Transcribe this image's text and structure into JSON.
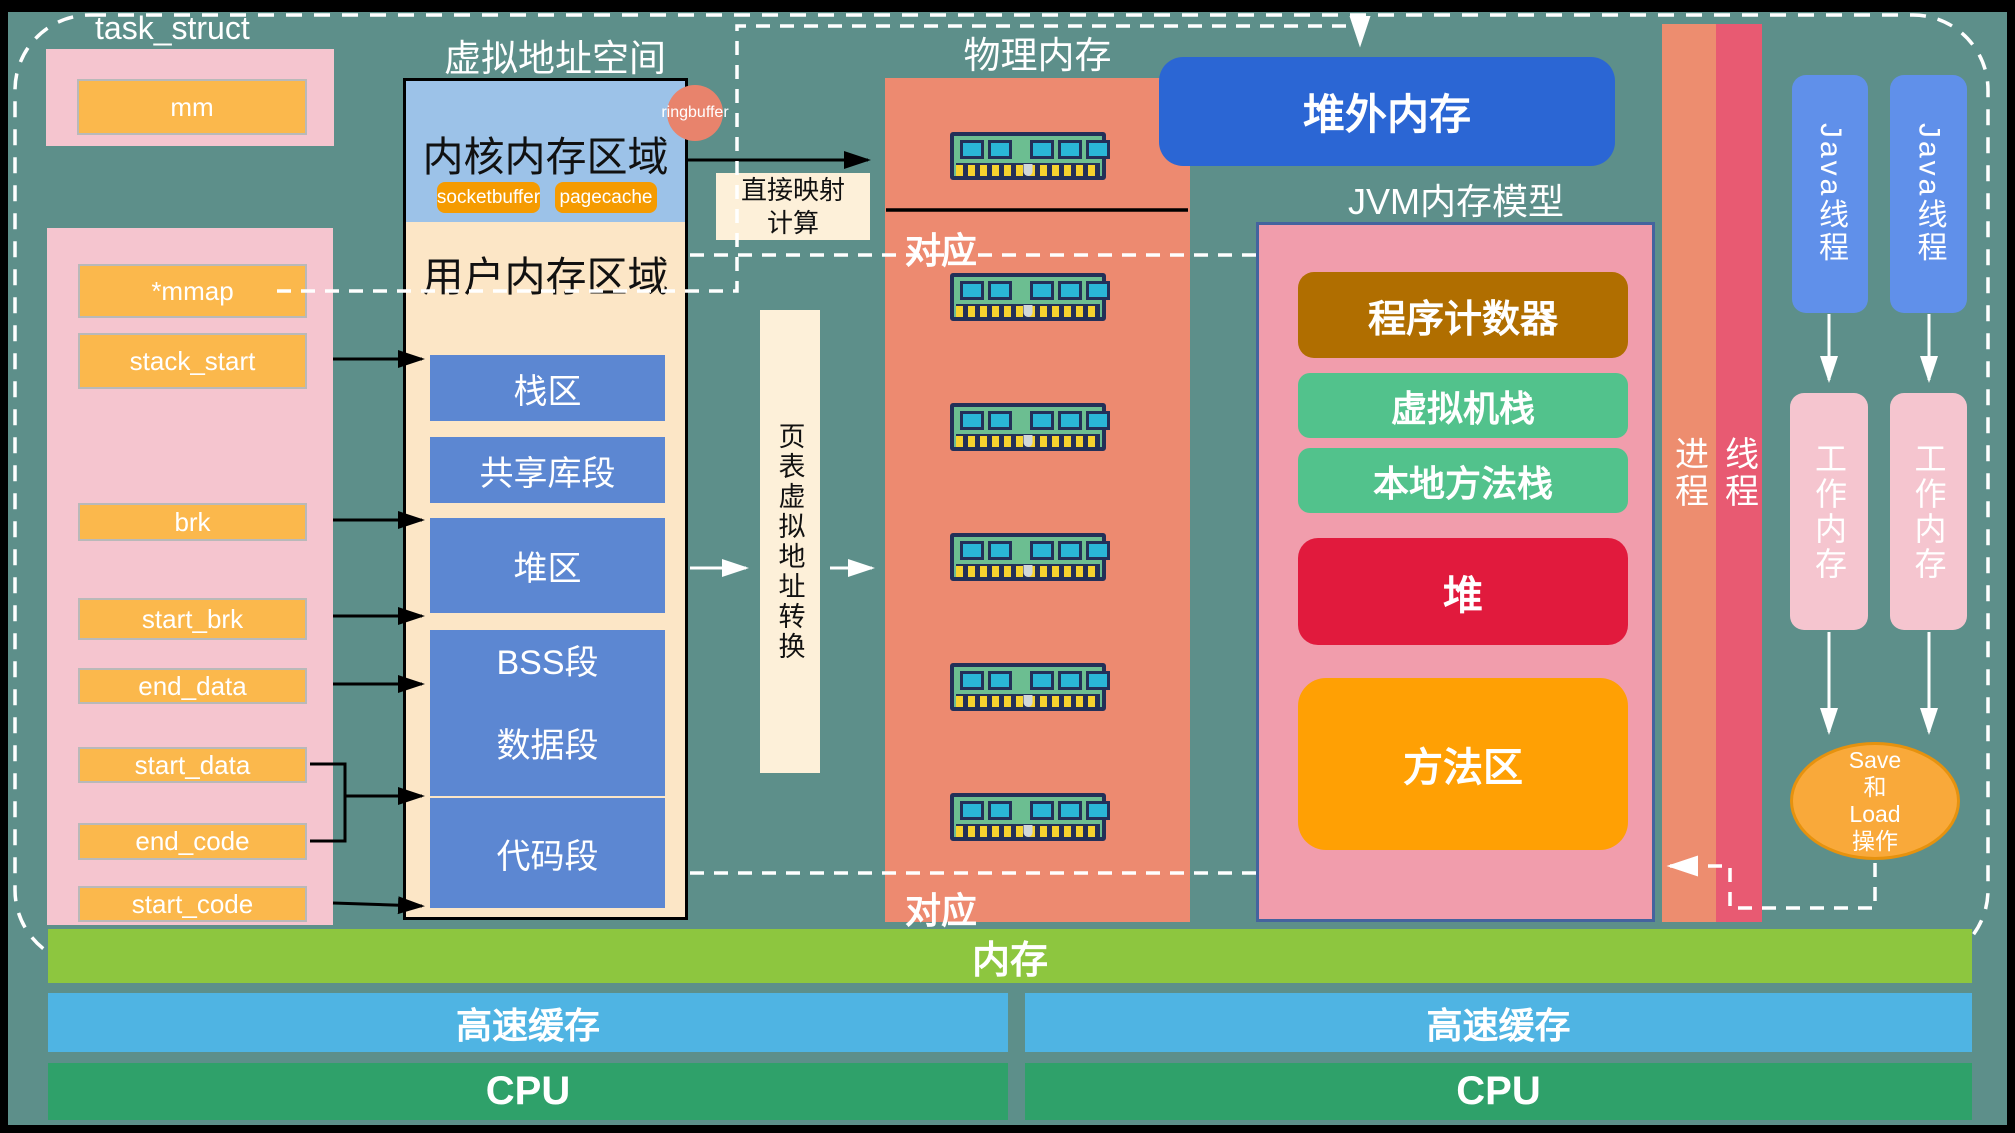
{
  "task": {
    "title": "task_struct",
    "mm": "mm",
    "fields": [
      "*mmap",
      "stack_start",
      "brk",
      "start_brk",
      "end_data",
      "start_data",
      "end_code",
      "start_code"
    ]
  },
  "virtual": {
    "title": "虚拟地址空间",
    "kernel_area": "内核内存区域",
    "tags": [
      "socketbuffer",
      "pagecache"
    ],
    "ringbuffer": "ringbuffer",
    "user_area": "用户内存区域",
    "segments": [
      "栈区",
      "共享库段",
      "堆区",
      "BSS段",
      "数据段",
      "代码段"
    ]
  },
  "mapping": {
    "direct_line1": "直接映射",
    "direct_line2": "计算",
    "pagetable": "页表虚拟地址转换"
  },
  "physical": {
    "title": "物理内存",
    "correspond_top": "对应",
    "correspond_bottom": "对应"
  },
  "jvm": {
    "offheap": "堆外内存",
    "title": "JVM内存模型",
    "areas": [
      "程序计数器",
      "虚拟机栈",
      "本地方法栈",
      "堆",
      "方法区"
    ]
  },
  "process_thread": {
    "process": "进程",
    "thread": "线程"
  },
  "java": {
    "thread1": "Java线程",
    "thread2": "Java线程",
    "work1": "工作内存",
    "work2": "工作内存",
    "saveload_lines": [
      "Save",
      "和",
      "Load",
      "操作"
    ]
  },
  "bottom": {
    "memory": "内存",
    "cache_left": "高速缓存",
    "cache_right": "高速缓存",
    "cpu_left": "CPU",
    "cpu_right": "CPU"
  },
  "colors": {
    "background_teal": "#5d8f8a",
    "frame_black": "#000000",
    "pink_block": "#f5c5cf",
    "jvm_pink": "#f19dac",
    "orange_field": "#fbb84c",
    "kernel_blue": "#9cc2e8",
    "user_cream": "#fce6c6",
    "segment_blue": "#5c87d2",
    "tag_orange": "#f59b01",
    "ringbuffer_salmon": "#e8836c",
    "physical_salmon": "#ed8a70",
    "offheap_blue": "#2b66d4",
    "pc_brown": "#b06e00",
    "stack_green": "#52c28c",
    "heap_red": "#e11a3d",
    "method_orange": "#ffa004",
    "process_bar": "#ed8d6f",
    "thread_bar": "#e85a72",
    "java_blue": "#6090ea",
    "ellipse_orange": "#f9a93a",
    "memory_green": "#8dc63f",
    "cache_blue": "#4fb4e3",
    "cpu_green": "#2fa16a"
  }
}
